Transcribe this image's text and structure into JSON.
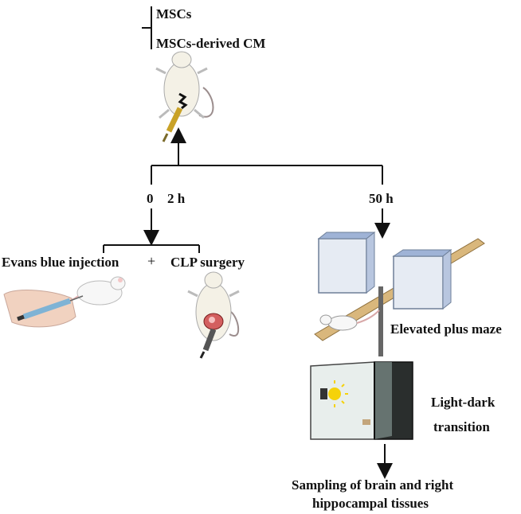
{
  "treatment": {
    "options": [
      "MSCs",
      "MSCs-derived CM"
    ]
  },
  "timeline": {
    "t0": "0",
    "t2h": "2 h",
    "t50h": "50 h"
  },
  "procedures": {
    "injection": "Evans blue injection",
    "plus": "+",
    "surgery": "CLP surgery"
  },
  "behavior": {
    "epm": "Elevated plus maze",
    "ldt_line1": "Light-dark",
    "ldt_line2": "transition"
  },
  "sampling": {
    "line1": "Sampling of brain and right",
    "line2": "hippocampal tissues"
  },
  "colors": {
    "line": "#111111",
    "mouse_body": "#f4f1e6",
    "syringe_gold": "#c9a227",
    "maze_wall": "#9fb3d6",
    "maze_plank": "#d9b77c",
    "box_light": "#e8eeec",
    "box_dark": "#2a2e2d",
    "lamp": "#f5d20a"
  }
}
